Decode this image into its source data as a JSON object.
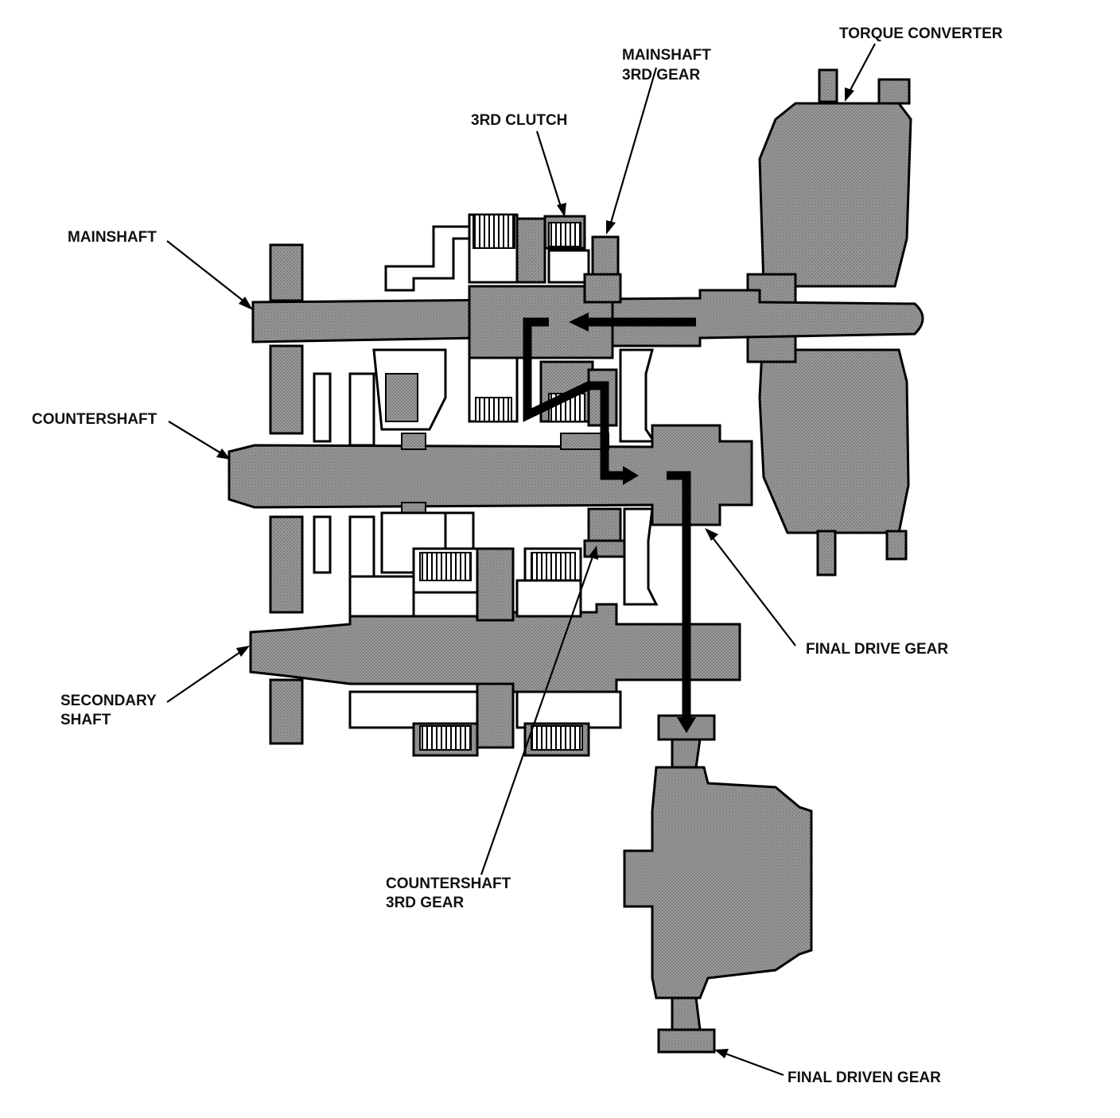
{
  "labels": {
    "torque_converter": "TORQUE CONVERTER",
    "mainshaft_3rd_gear_line1": "MAINSHAFT",
    "mainshaft_3rd_gear_line2": "3RD GEAR",
    "third_clutch": "3RD CLUTCH",
    "mainshaft": "MAINSHAFT",
    "countershaft": "COUNTERSHAFT",
    "final_drive_gear": "FINAL DRIVE GEAR",
    "secondary_shaft_line1": "SECONDARY",
    "secondary_shaft_line2": "SHAFT",
    "countershaft_3rd_gear_line1": "COUNTERSHAFT",
    "countershaft_3rd_gear_line2": "3RD GEAR",
    "final_driven_gear": "FINAL DRIVEN GEAR"
  },
  "colors": {
    "part_fill": "#8c8c8c",
    "outline": "#000000",
    "background": "#ffffff"
  }
}
